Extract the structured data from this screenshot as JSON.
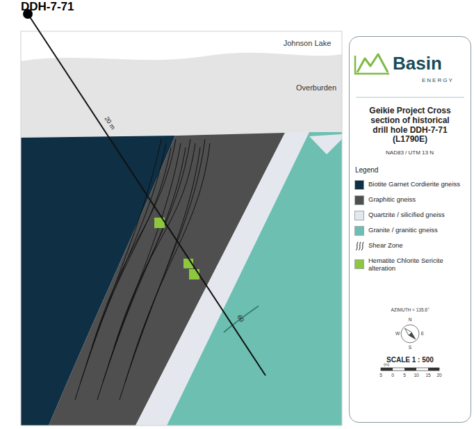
{
  "diagram": {
    "title": "DDH-7-71",
    "nodes": [
      {
        "text": [
          "Basin",
          "ENERGY",
          "Geikie Project Cross section of historical drill hole DDH-7-71 (L1790E)",
          "NAD83 / UTM 13 N",
          "Legend"
        ]
      }
    ],
    "edges": [],
    "labels": [
      "Johnson Lake",
      "Overburden",
      "20 m",
      "60",
      "AZIMUTH = 135.6°",
      "N",
      "E",
      "S",
      "W",
      "SCALE 1 : 500",
      "5",
      "0",
      "5",
      "10",
      "15",
      "20",
      "(m)"
    ],
    "legend": [
      {
        "text": "Biotite Garnet Cordierite gneiss",
        "color": "#0e2f44"
      },
      {
        "text": "Graphitic gneiss",
        "color": "#4f4f4f"
      },
      {
        "text": "Quartzite / silicified gneiss",
        "color": "#e4e8ee"
      },
      {
        "text": "Granite / granitic gneiss",
        "color": "#6cbfb1"
      },
      {
        "text": "Shear Zone"
      },
      {
        "text": "Hematite Chlorite Sericite alteration",
        "color": "#8dc63f"
      }
    ]
  }
}
